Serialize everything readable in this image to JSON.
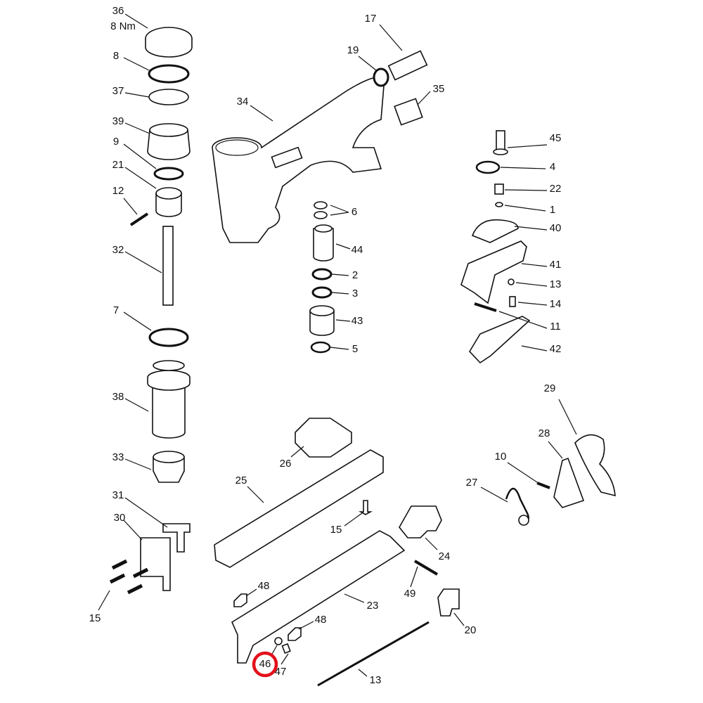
{
  "title": "Exploded parts diagram - pneumatic stapler",
  "highlight_color": "#e3111b",
  "highlighted_part": "46",
  "torque_note": "8 Nm",
  "labels": {
    "p36": "36",
    "p8": "8",
    "p37": "37",
    "p39": "39",
    "p9": "9",
    "p21": "21",
    "p12": "12",
    "p32": "32",
    "p7": "7",
    "p38": "38",
    "p33": "33",
    "p31": "31",
    "p30": "30",
    "p15a": "15",
    "p34": "34",
    "p17": "17",
    "p19": "19",
    "p35": "35",
    "p6": "6",
    "p44": "44",
    "p2": "2",
    "p3": "3",
    "p43": "43",
    "p5": "5",
    "p45": "45",
    "p4": "4",
    "p22": "22",
    "p1": "1",
    "p40": "40",
    "p41": "41",
    "p13a": "13",
    "p14": "14",
    "p11": "11",
    "p42": "42",
    "p29": "29",
    "p28": "28",
    "p10": "10",
    "p27": "27",
    "p26": "26",
    "p25": "25",
    "p15b": "15",
    "p24": "24",
    "p48a": "48",
    "p23": "23",
    "p49": "49",
    "p20": "20",
    "p48b": "48",
    "p46": "46",
    "p47": "47",
    "p13b": "13"
  }
}
